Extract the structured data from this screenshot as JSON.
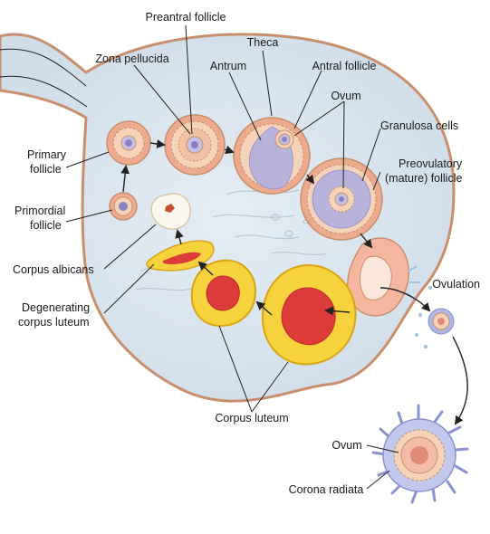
{
  "labels": {
    "preantral_follicle": "Preantral follicle",
    "zona_pellucida": "Zona pellucida",
    "theca": "Theca",
    "antrum": "Antrum",
    "antral_follicle": "Antral follicle",
    "ovum_top": "Ovum",
    "granulosa_cells": "Granulosa cells",
    "primary_follicle_1": "Primary",
    "primary_follicle_2": "follicle",
    "preovulatory_1": "Preovulatory",
    "preovulatory_2": "(mature) follicle",
    "primordial_follicle_1": "Primordial",
    "primordial_follicle_2": "follicle",
    "corpus_albicans": "Corpus albicans",
    "ovulation": "Ovulation",
    "degenerating_1": "Degenerating",
    "degenerating_2": "corpus luteum",
    "corpus_luteum": "Corpus luteum",
    "ovum_bottom": "Ovum",
    "corona_radiata": "Corona radiata"
  },
  "colors": {
    "ovary_fill": "#dbe6ef",
    "outline": "#c98f6d",
    "follicle_pink": "#ecaa8f",
    "granulosa_cell": "#f5d3b8",
    "antrum_purple": "#b9b2da",
    "ovum_purple": "#8a7fc4",
    "luteum_yellow": "#f6d23c",
    "luteum_red": "#dd3a3a",
    "albicans_white": "#fbf7ee"
  }
}
